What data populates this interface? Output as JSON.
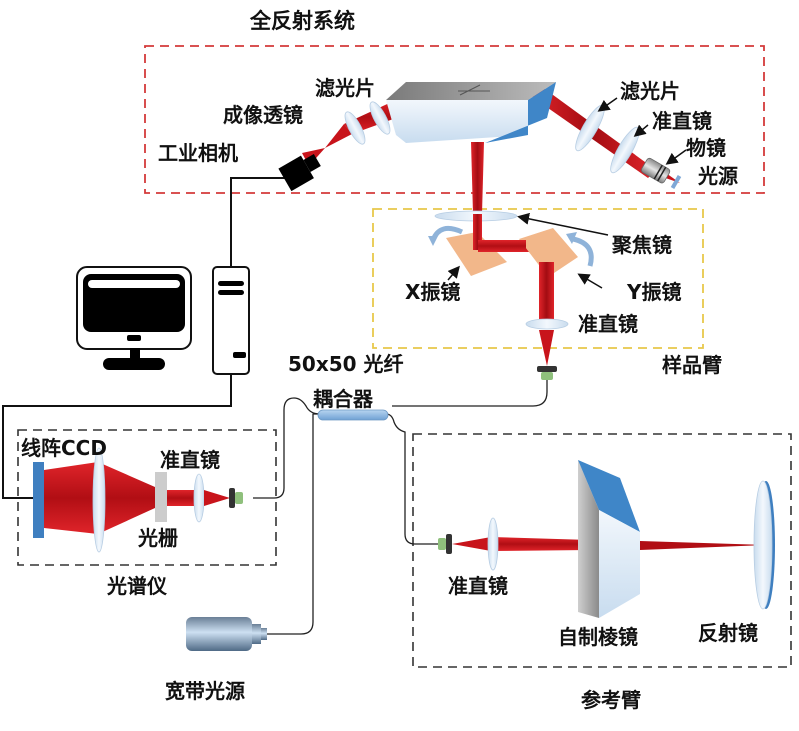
{
  "title": "全反射系统",
  "colors": {
    "beam": "#c8141b",
    "beam_dark": "#8f0a10",
    "total_reflection_frame": "#d43a3a",
    "sample_arm_frame": "#e8c84a",
    "frame_dark": "#333333",
    "lens": "#dbe8f4",
    "prism_blue": "#3f86c8",
    "galvo_mirror": "#f2b78a",
    "rotation_arrow": "#8fb3d9",
    "fiber": "#222222",
    "coupler": "#8ab7e3"
  },
  "total_reflection_system": {
    "label": "全反射系统",
    "components": {
      "filter_left": "滤光片",
      "imaging_lens": "成像透镜",
      "industrial_camera": "工业相机",
      "filter_right": "滤光片",
      "collimator": "准直镜",
      "objective": "物镜",
      "light_source": "光源"
    }
  },
  "sample_arm": {
    "label": "样品臂",
    "components": {
      "focusing_lens": "聚焦镜",
      "x_galvo": "X振镜",
      "y_galvo": "Y振镜",
      "collimator": "准直镜"
    }
  },
  "coupler": {
    "label_line1": "50x50 光纤",
    "label_line2": "耦合器"
  },
  "spectrometer": {
    "label": "光谱仪",
    "components": {
      "line_ccd": "线阵CCD",
      "collimator": "准直镜",
      "grating": "光栅"
    }
  },
  "reference_arm": {
    "label": "参考臂",
    "components": {
      "collimator": "准直镜",
      "custom_prism": "自制棱镜",
      "mirror": "反射镜"
    }
  },
  "broadband_source": {
    "label": "宽带光源"
  }
}
